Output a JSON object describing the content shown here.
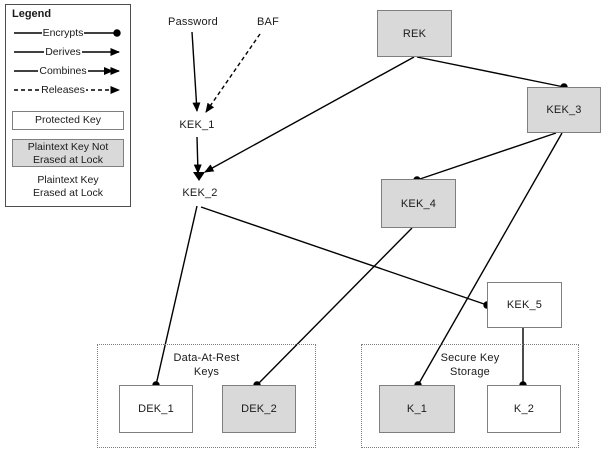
{
  "legend": {
    "title": "Legend",
    "lines": [
      {
        "label": "Encrypts",
        "marker": "dot",
        "style": "solid"
      },
      {
        "label": "Derives",
        "marker": "arrow",
        "style": "solid"
      },
      {
        "label": "Combines",
        "marker": "double-arrow",
        "style": "solid"
      },
      {
        "label": "Releases",
        "marker": "arrow",
        "style": "dashed"
      }
    ],
    "protected_key_label": "Protected Key",
    "gray_key_label_line1": "Plaintext Key Not",
    "gray_key_label_line2": "Erased at Lock",
    "plain_key_label_line1": "Plaintext Key",
    "plain_key_label_line2": "Erased at Lock"
  },
  "free_labels": {
    "password": "Password",
    "baf": "BAF",
    "kek1": "KEK_1",
    "kek2": "KEK_2"
  },
  "nodes": {
    "rek": {
      "label": "REK",
      "style": "plaintext-not-erased"
    },
    "kek3": {
      "label": "KEK_3",
      "style": "plaintext-not-erased"
    },
    "kek4": {
      "label": "KEK_4",
      "style": "plaintext-not-erased"
    },
    "kek5": {
      "label": "KEK_5",
      "style": "protected"
    },
    "dek1": {
      "label": "DEK_1",
      "style": "protected"
    },
    "dek2": {
      "label": "DEK_2",
      "style": "plaintext-not-erased"
    },
    "k1": {
      "label": "K_1",
      "style": "plaintext-not-erased"
    },
    "k2": {
      "label": "K_2",
      "style": "protected"
    }
  },
  "containers": {
    "data_at_rest": {
      "label_line1": "Data-At-Rest",
      "label_line2": "Keys"
    },
    "secure_storage": {
      "label_line1": "Secure Key",
      "label_line2": "Storage"
    }
  },
  "edges": [
    {
      "from": "Password",
      "to": "KEK_1",
      "type": "derives"
    },
    {
      "from": "BAF",
      "to": "KEK_1",
      "type": "releases"
    },
    {
      "from": "KEK_1",
      "to": "KEK_2",
      "type": "combines"
    },
    {
      "from": "REK",
      "to": "KEK_2",
      "type": "combines"
    },
    {
      "from": "REK",
      "to": "KEK_3",
      "type": "encrypts"
    },
    {
      "from": "KEK_3",
      "to": "KEK_4",
      "type": "encrypts"
    },
    {
      "from": "KEK_3",
      "to": "K_1",
      "type": "encrypts"
    },
    {
      "from": "KEK_2",
      "to": "DEK_1",
      "type": "encrypts"
    },
    {
      "from": "KEK_2",
      "to": "KEK_5",
      "type": "encrypts"
    },
    {
      "from": "KEK_4",
      "to": "DEK_2",
      "type": "encrypts"
    },
    {
      "from": "KEK_5",
      "to": "K_2",
      "type": "encrypts"
    }
  ],
  "colors": {
    "gray_fill": "#d9d9d9",
    "box_border": "#7f7f7f",
    "line": "#000000"
  }
}
